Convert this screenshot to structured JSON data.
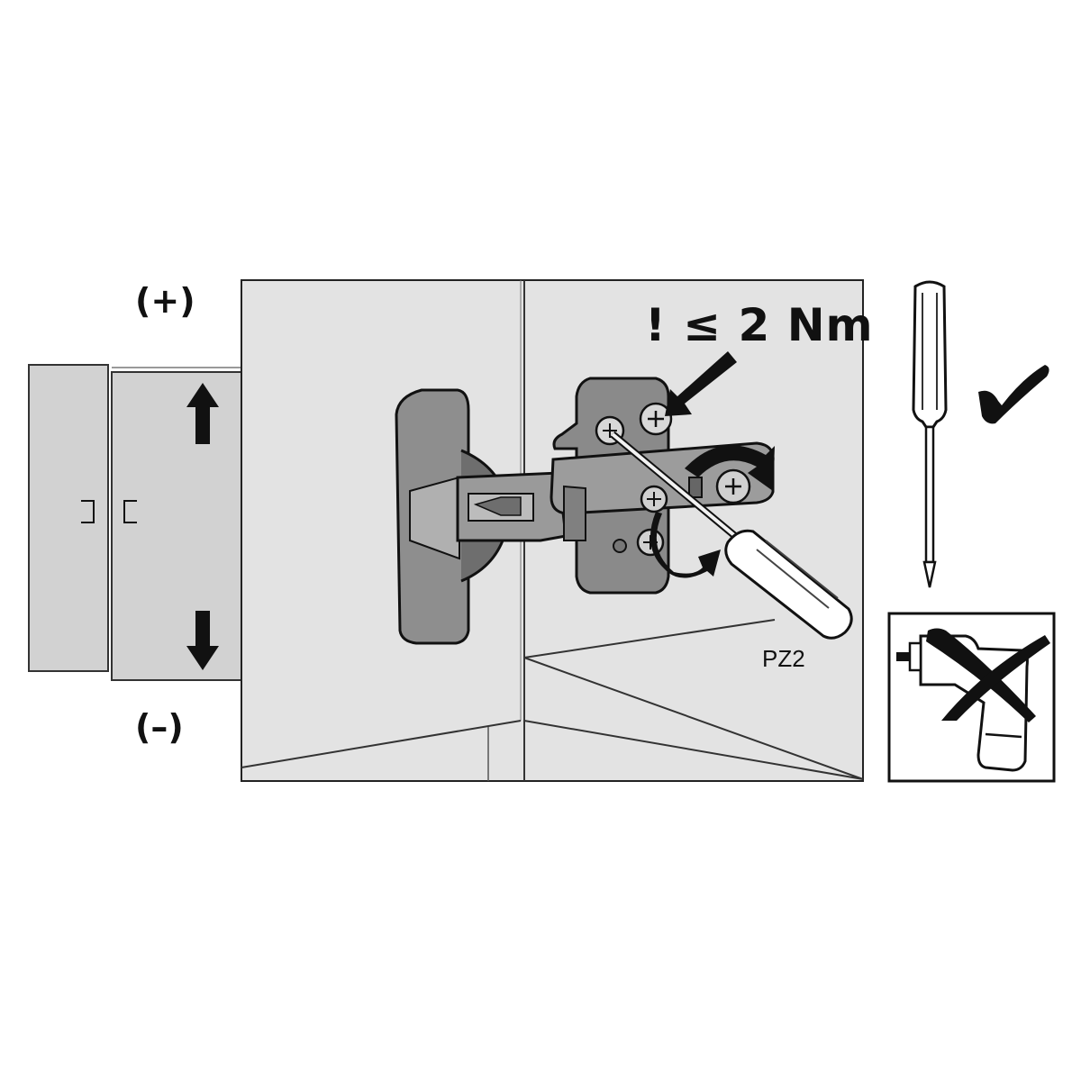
{
  "labels": {
    "plus": "(+)",
    "minus": "(–)",
    "torque_limit": "! ≤ 2 Nm",
    "bit_size": "PZ2"
  },
  "panels": {
    "door_adjustment": {
      "directions": [
        "up",
        "down"
      ]
    },
    "screwdriver_allowed": {
      "status": "allowed",
      "icon": "checkmark-icon"
    },
    "drill_forbidden": {
      "status": "not-allowed",
      "icon": "cross-out-icon"
    }
  },
  "colors": {
    "line": "#111111",
    "door_fill": "#d4d4d4",
    "cabinet_fill": "#e4e4e4",
    "hinge_fill": "#8e8e8e",
    "hinge_dark": "#5a5a5a"
  }
}
